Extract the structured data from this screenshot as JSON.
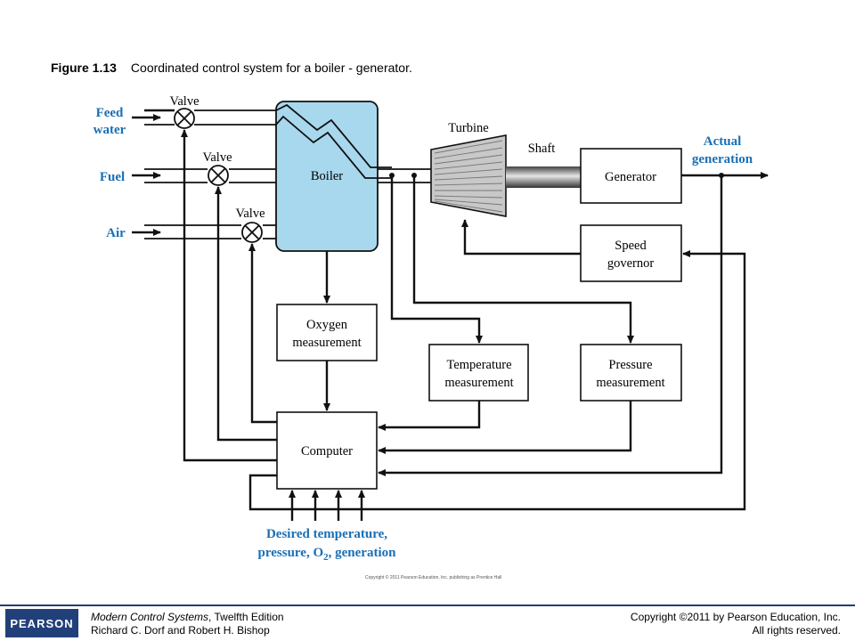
{
  "caption": {
    "figure": "Figure 1.13",
    "text": "Coordinated control system for a boiler - generator."
  },
  "diagram": {
    "inputs": {
      "feed_water": [
        "Feed",
        "water"
      ],
      "fuel": "Fuel",
      "air": "Air"
    },
    "valve_label": "Valve",
    "blocks": {
      "boiler": "Boiler",
      "turbine": "Turbine",
      "shaft": "Shaft",
      "generator": "Generator",
      "speed_governor": [
        "Speed",
        "governor"
      ],
      "oxygen": [
        "Oxygen",
        "measurement"
      ],
      "temperature": [
        "Temperature",
        "measurement"
      ],
      "pressure": [
        "Pressure",
        "measurement"
      ],
      "computer": "Computer"
    },
    "output": [
      "Actual",
      "generation"
    ],
    "desired": {
      "line1": "Desired temperature,",
      "line2_a": "pressure, O",
      "line2_sub": "2",
      "line2_b": ", generation"
    },
    "colors": {
      "boiler_fill": "#a8d8ee",
      "label_blue": "#1a6fb5"
    }
  },
  "image_copyright": "Copyright © 2011 Pearson Education, Inc. publishing as Prentice Hall",
  "footer": {
    "logo": "PEARSON",
    "book_title": "Modern Control Systems",
    "book_edition": ", Twelfth Edition",
    "authors": "Richard C. Dorf and Robert H. Bishop",
    "copyright": "Copyright ©2011 by Pearson Education, Inc.",
    "rights": "All rights reserved."
  }
}
